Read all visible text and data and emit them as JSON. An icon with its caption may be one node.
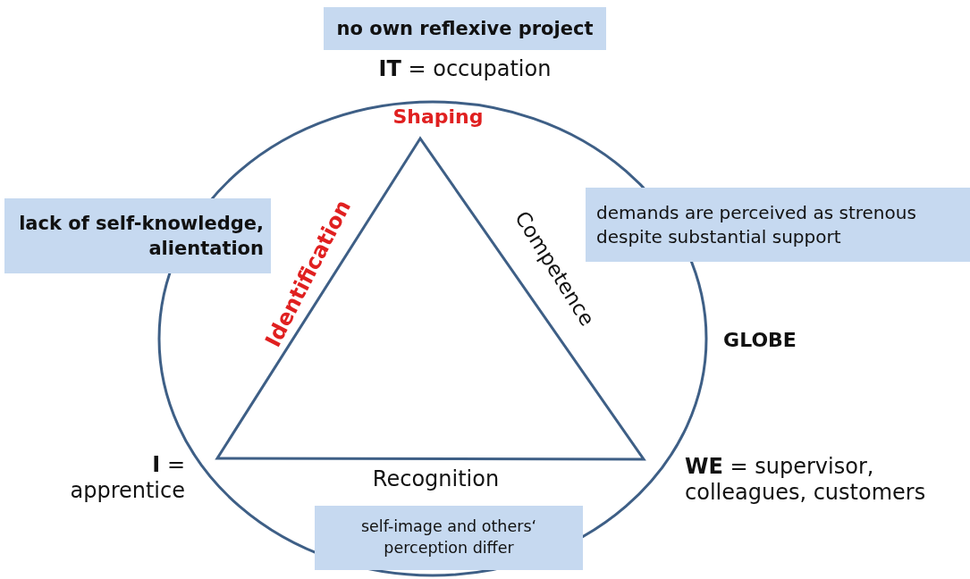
{
  "diagram": {
    "nodes": [
      {
        "text": [
          "no own reflexive project"
        ]
      },
      {
        "text": [
          "lack of self-knowledge, alientation"
        ]
      },
      {
        "text": [
          "demands are perceived as strenous despite substantial support"
        ]
      },
      {
        "text": [
          "self-image and others‘ perception differ"
        ]
      }
    ],
    "labels": [
      "**IT** = occupation",
      "Shaping",
      "Identification",
      "Competence",
      "GLOBE",
      "**I** = apprentice",
      "Recognition",
      "**WE** = supervisor, colleagues, customers"
    ]
  }
}
